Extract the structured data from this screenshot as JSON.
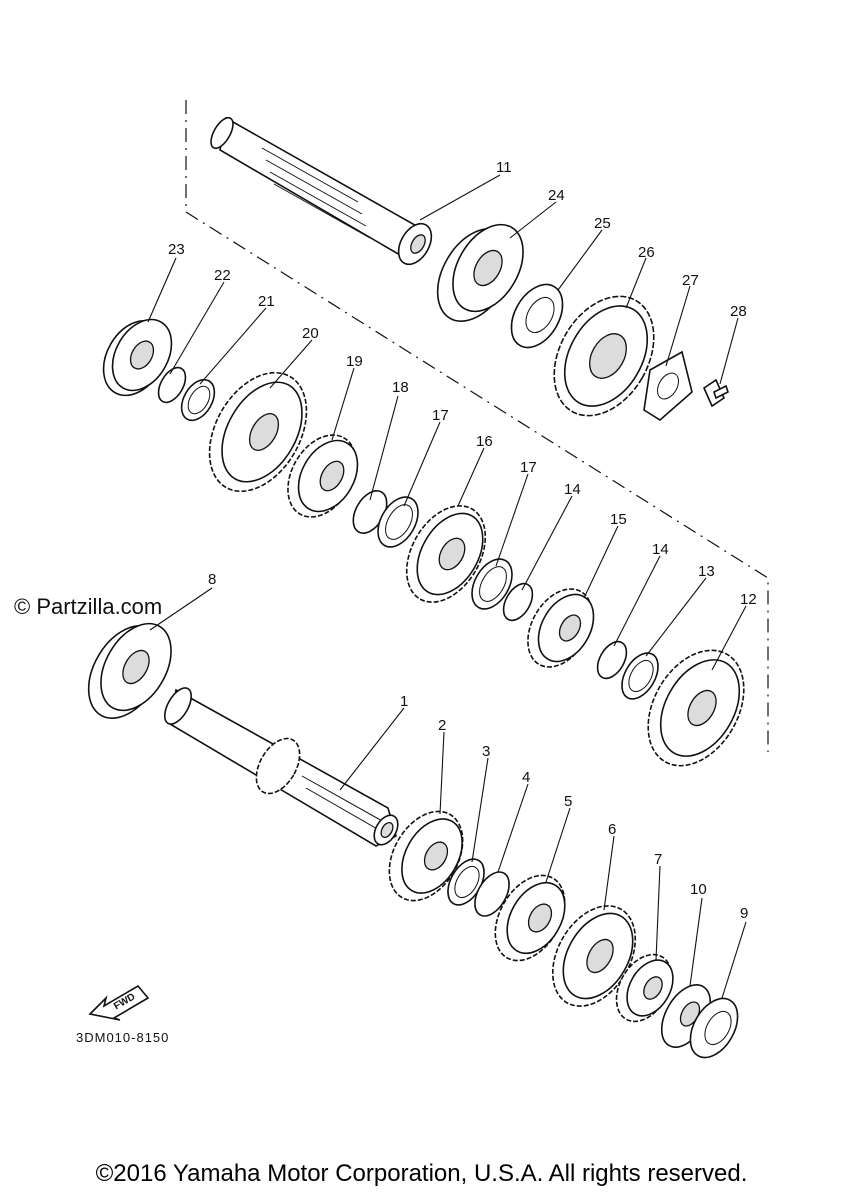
{
  "watermark": "© Partzilla.com",
  "diagram_code": "3DM010-8150",
  "fwd_label": "FWD",
  "copyright": "©2016 Yamaha Motor Corporation, U.S.A. All rights reserved.",
  "callouts": {
    "c1": "1",
    "c2": "2",
    "c3": "3",
    "c4": "4",
    "c5": "5",
    "c6": "6",
    "c7": "7",
    "c8": "8",
    "c9": "9",
    "c10": "10",
    "c11": "11",
    "c12": "12",
    "c13": "13",
    "c14a": "14",
    "c14b": "14",
    "c15": "15",
    "c16": "16",
    "c17a": "17",
    "c17b": "17",
    "c18": "18",
    "c19": "19",
    "c20": "20",
    "c21": "21",
    "c22": "22",
    "c23": "23",
    "c24": "24",
    "c25": "25",
    "c26": "26",
    "c27": "27",
    "c28": "28"
  }
}
